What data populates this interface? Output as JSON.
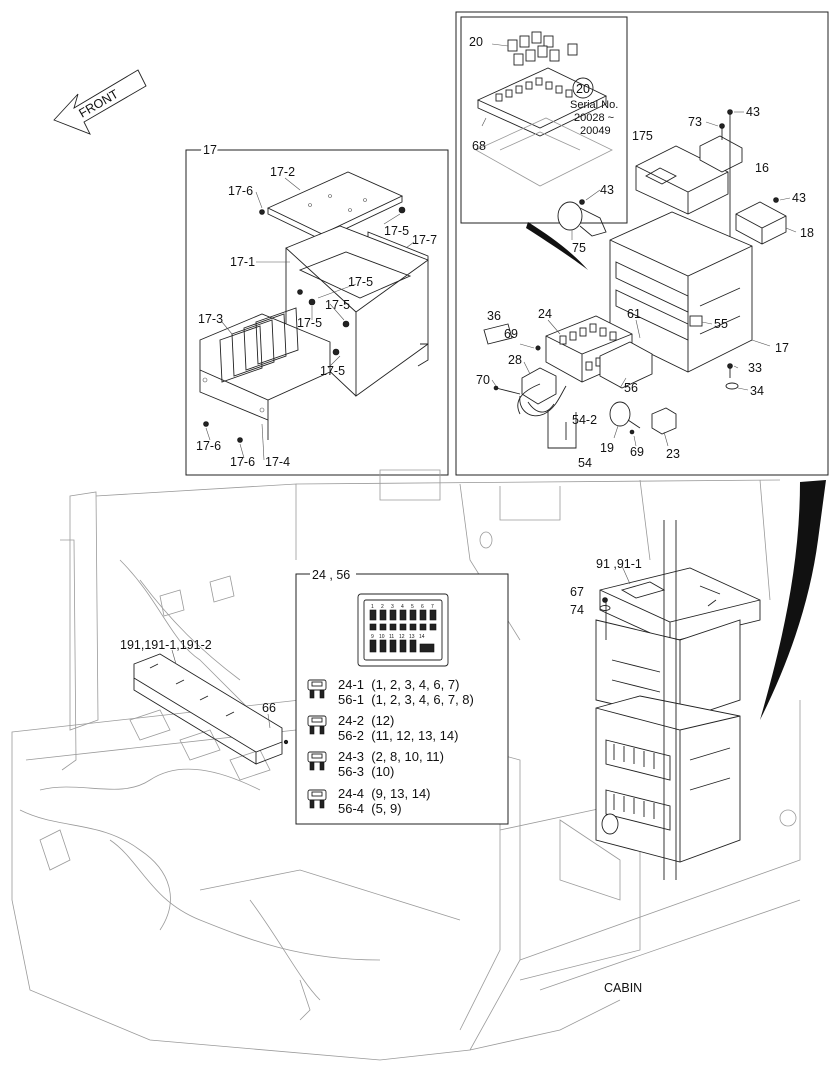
{
  "front_arrow": {
    "text": "FRONT"
  },
  "panel_17": {
    "id": "17",
    "labels": [
      "17-2",
      "17-6",
      "17-5",
      "17-7",
      "17-1",
      "17-5",
      "17-5",
      "17-5",
      "17-3",
      "17-5",
      "17-6",
      "17-6",
      "17-4"
    ]
  },
  "panel_fuse": {
    "serial_circle": "20",
    "serial_text": "Serial No.",
    "serial_from": "20028 ~",
    "serial_to": "20049",
    "labels": [
      "20",
      "68",
      "73",
      "43",
      "175",
      "16",
      "43",
      "43",
      "18",
      "75",
      "61",
      "55",
      "17",
      "36",
      "69",
      "24",
      "28",
      "70",
      "56",
      "54-2",
      "33",
      "34",
      "19",
      "69",
      "23",
      "54"
    ]
  },
  "legend": {
    "title": "24 , 56",
    "fuse_numbers_top": [
      "1",
      "2",
      "3",
      "4",
      "5",
      "6",
      "7"
    ],
    "fuse_numbers_bottom": [
      "9",
      "10",
      "11",
      "12",
      "13",
      "14"
    ],
    "rows": [
      {
        "a": "24-1  (1, 2, 3, 4, 6, 7)",
        "b": "56-1  (1, 2, 3, 4, 6, 7, 8)"
      },
      {
        "a": "24-2  (12)",
        "b": "56-2  (11, 12, 13, 14)"
      },
      {
        "a": "24-3  (2, 8, 10, 11)",
        "b": "56-3  (10)"
      },
      {
        "a": "24-4  (9, 13, 14)",
        "b": "56-4  (5, 9)"
      }
    ]
  },
  "cabin_labels": {
    "l191": "191,191-1,191-2",
    "l66": "66",
    "l91": "91 ,91-1",
    "l67": "67",
    "l74": "74",
    "cabin": "CABIN"
  }
}
